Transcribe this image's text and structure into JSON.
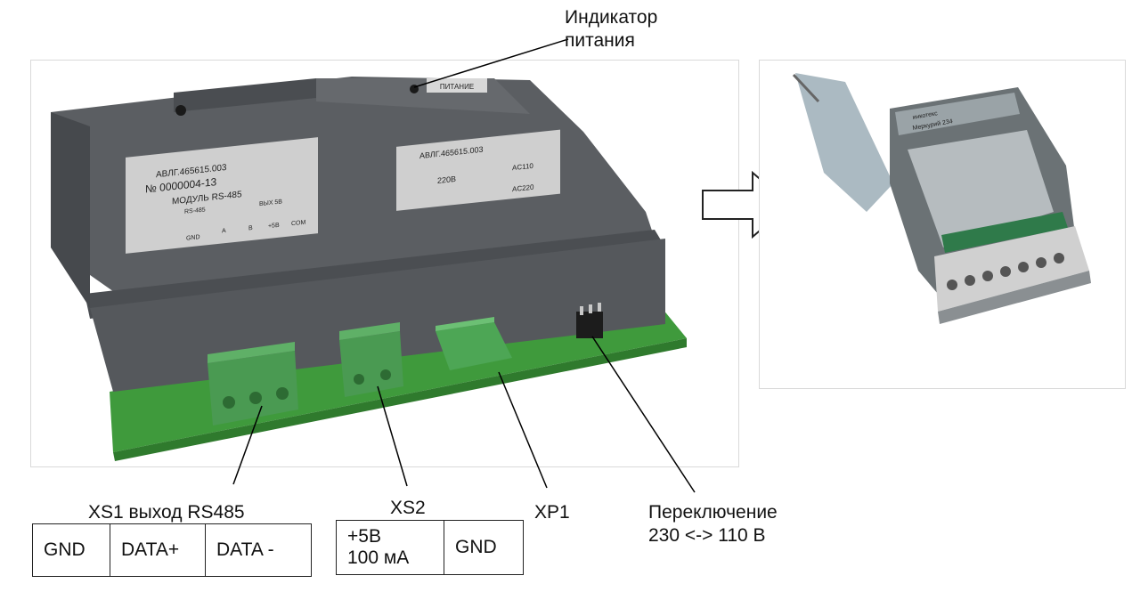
{
  "labels": {
    "power_indicator": [
      "Индикатор",
      "питания"
    ],
    "xs1_title": "XS1 выход RS485",
    "xs2_title": "XS2",
    "xp1_title": "XP1",
    "switch_caption": [
      "Переключение",
      "230 <-> 110 В"
    ]
  },
  "xs1_table": [
    "GND",
    "DATA+",
    "DATA -"
  ],
  "xs2_table": {
    "pin1": [
      "+5В",
      "100 мА"
    ],
    "pin2": "GND"
  },
  "device_plate_left": {
    "code": "АВЛГ.465615.003",
    "serial": "№ 0000004-13",
    "module": "МОДУЛЬ RS-485",
    "rs485": "RS-485",
    "out": "ВЫХ 5В",
    "gnd": "GND",
    "a": "A",
    "b": "B",
    "plus5": "+5В",
    "com": "COM"
  },
  "device_plate_right": {
    "code": "АВЛГ.465615.003",
    "v220": "220В",
    "ac110": "AC110",
    "ac220": "AC220"
  },
  "power_label": "ПИТАНИЕ",
  "meter_brand": "инкотекс",
  "meter_model": "Меркурий 234",
  "colors": {
    "housing": "#5b5e62",
    "pcb": "#3f9a3c",
    "terminal": "#4a9a52",
    "line": "#000000"
  }
}
